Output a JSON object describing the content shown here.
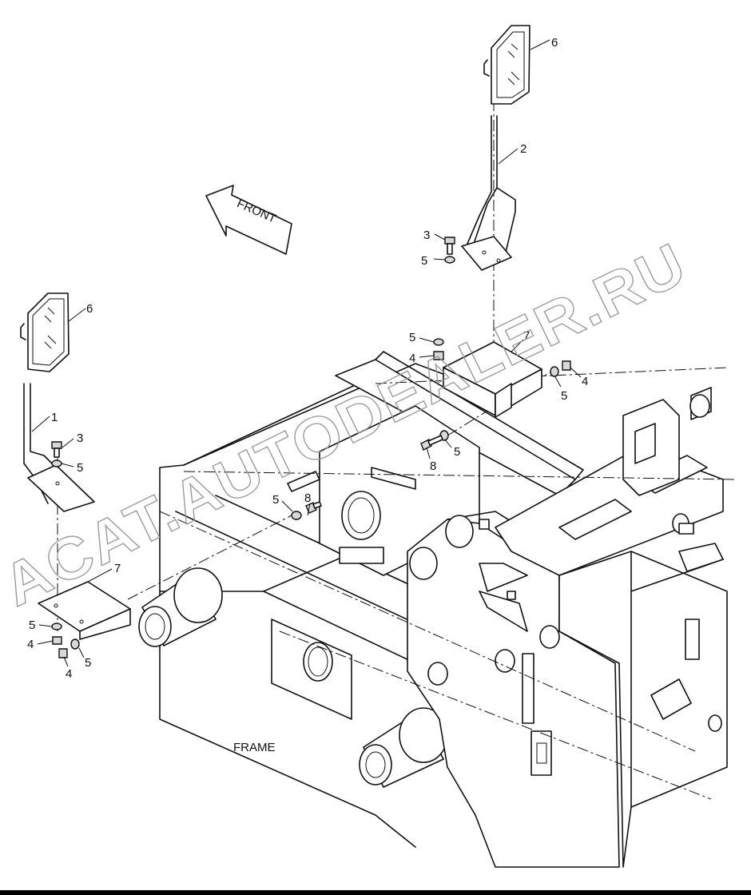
{
  "labels": {
    "front": "FRONT",
    "frame": "FRAME",
    "watermark": "ACAT.AUTODEALER.RU"
  },
  "callouts": [
    {
      "id": "c6a",
      "text": "6"
    },
    {
      "id": "c2",
      "text": "2"
    },
    {
      "id": "c3a",
      "text": "3"
    },
    {
      "id": "c5a",
      "text": "5"
    },
    {
      "id": "c6b",
      "text": "6"
    },
    {
      "id": "c1",
      "text": "1"
    },
    {
      "id": "c3b",
      "text": "3"
    },
    {
      "id": "c5b",
      "text": "5"
    },
    {
      "id": "c7a",
      "text": "7"
    },
    {
      "id": "c5c",
      "text": "5"
    },
    {
      "id": "c4a",
      "text": "4"
    },
    {
      "id": "c4b",
      "text": "4"
    },
    {
      "id": "c5d",
      "text": "5"
    },
    {
      "id": "c8a",
      "text": "8"
    },
    {
      "id": "c5e",
      "text": "5"
    },
    {
      "id": "c8b",
      "text": "8"
    },
    {
      "id": "c5f",
      "text": "5"
    },
    {
      "id": "c7b",
      "text": "7"
    },
    {
      "id": "c5g",
      "text": "5"
    },
    {
      "id": "c4c",
      "text": "4"
    },
    {
      "id": "c5h",
      "text": "5"
    },
    {
      "id": "c4d",
      "text": "4"
    }
  ]
}
